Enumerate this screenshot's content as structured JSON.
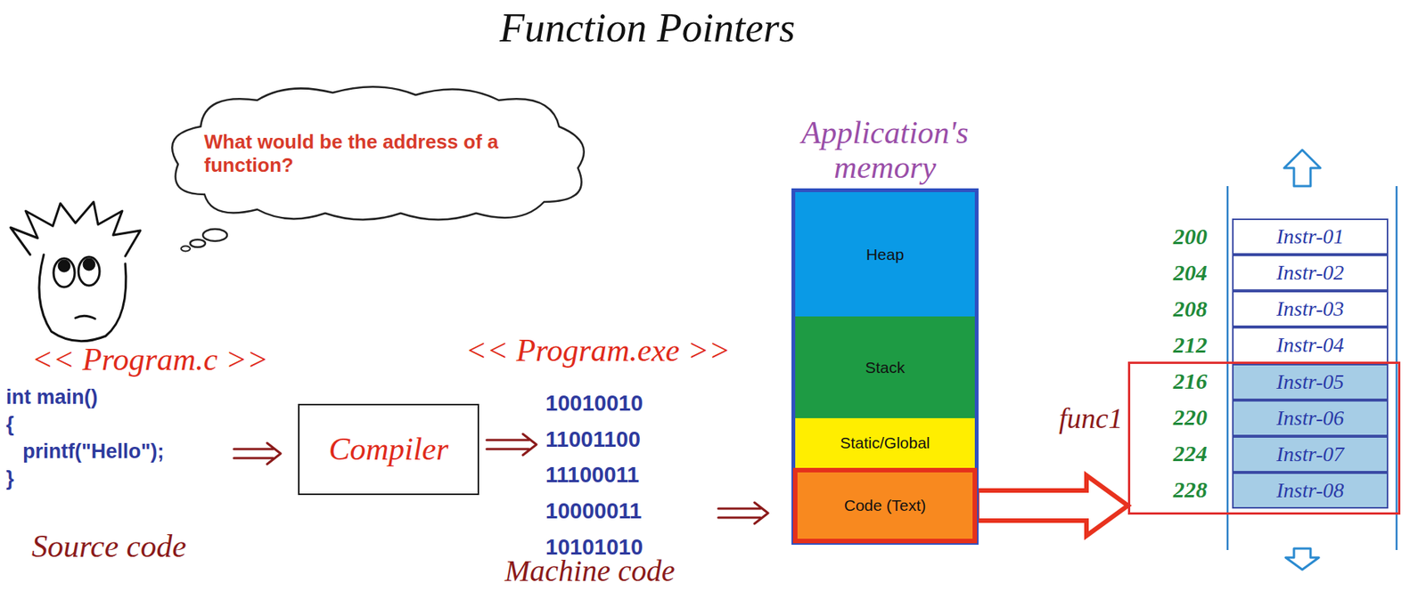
{
  "diagram": {
    "title": "Function Pointers",
    "nodes": [
      {
        "text": [
          "What would be the address of a function?"
        ]
      },
      {
        "text": [
          "Compiler"
        ]
      },
      {
        "text": [
          "Application's memory"
        ]
      },
      {
        "text": [
          "Heap"
        ],
        "in": 2
      },
      {
        "text": [
          "Stack"
        ],
        "in": 2
      },
      {
        "text": [
          "Static/Global"
        ],
        "in": 2
      },
      {
        "text": [
          "Code (Text)"
        ],
        "in": 2
      },
      {
        "text": [
          "Instr-01"
        ]
      },
      {
        "text": [
          "Instr-02"
        ]
      },
      {
        "text": [
          "Instr-03"
        ]
      },
      {
        "text": [
          "Instr-04"
        ]
      },
      {
        "text": [
          "func1"
        ]
      },
      {
        "text": [
          "Instr-05"
        ],
        "in": 11
      },
      {
        "text": [
          "Instr-06"
        ],
        "in": 11
      },
      {
        "text": [
          "Instr-07"
        ],
        "in": 11
      },
      {
        "text": [
          "Instr-08"
        ],
        "in": 11
      }
    ],
    "edges": [
      {
        "from": 6,
        "to": 11,
        "arrow": "to"
      }
    ],
    "labels": [
      "<< Program.c >>",
      "int main()",
      "{",
      "printf(\"Hello\");",
      "}",
      "Source code",
      "<< Program.exe >>",
      "10010010",
      "11001100",
      "11100011",
      "10000011",
      "10101010",
      "Machine code",
      "200",
      "204",
      "208",
      "212",
      "216",
      "220",
      "224",
      "228"
    ]
  }
}
